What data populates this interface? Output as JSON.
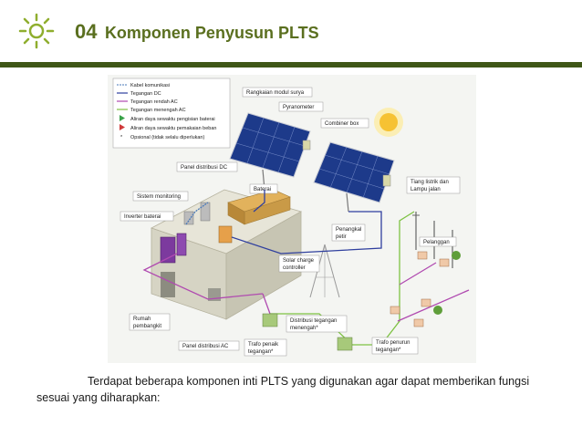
{
  "slide": {
    "number": "04",
    "title": "Komponen Penyusun PLTS",
    "caption_line1": "Terdapat beberapa komponen inti PLTS yang digunakan agar dapat memberikan fungsi",
    "caption_line2": "sesuai yang diharapkan:"
  },
  "colors": {
    "accent": "#5a6f1f",
    "rule": "#3f5717",
    "dc_line": "#2f3f9e",
    "ac_low_line": "#b04ab0",
    "ac_mid_line": "#7ec243",
    "comm_line": "#4a7ab8"
  },
  "legend": {
    "items": [
      "Kabel komunikasi",
      "Tegangan DC",
      "Tegangan rendah AC",
      "Tegangan menengah AC",
      "Aliran daya sewaktu pengisian baterai",
      "Aliran daya sewaktu pemakaian beban",
      "Opsional (tidak selalu diperlukan)"
    ]
  },
  "labels": {
    "rangkaian": "Rangkaian modul surya",
    "pyranometer": "Pyranometer",
    "combiner": "Combiner box",
    "panel_dc": "Panel distribusi DC",
    "baterai": "Baterai",
    "sistem_monitoring": "Sistem monitoring",
    "inverter": "Inverter baterai",
    "penangkal_1": "Penangkal",
    "penangkal_2": "petir",
    "scc_1": "Solar charge",
    "scc_2": "controller",
    "tiang_1": "Tiang listrik dan",
    "tiang_2": "Lampu jalan",
    "pelanggan": "Pelanggan",
    "rumah_1": "Rumah",
    "rumah_2": "pembangkit",
    "panel_ac": "Panel distribusi AC",
    "distribusi_1": "Distribusi tegangan",
    "distribusi_2": "menengah*",
    "trafo_naik_1": "Trafo penaik",
    "trafo_naik_2": "tegangan*",
    "trafo_turun_1": "Trafo penurun",
    "trafo_turun_2": "tegangan*"
  }
}
